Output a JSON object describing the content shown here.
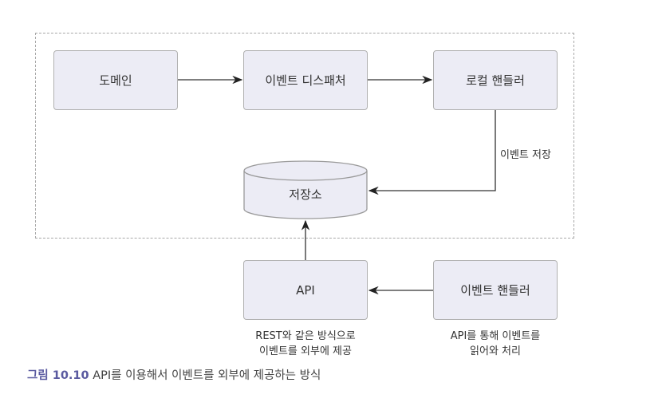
{
  "nodes": {
    "domain": "도메인",
    "dispatcher": "이벤트 디스패처",
    "local_handler": "로컬 핸들러",
    "store": "저장소",
    "api": "API",
    "event_handler": "이벤트 핸들러"
  },
  "edges": {
    "store_event_label": "이벤트 저장"
  },
  "notes": {
    "api_line1": "REST와 같은 방식으로",
    "api_line2": "이벤트를 외부에 제공",
    "handler_line1": "API를 통해 이벤트를",
    "handler_line2": "읽어와 처리"
  },
  "caption": {
    "number": "그림 10.10",
    "text": " API를 이용해서 이벤트를 외부에 제공하는 방식"
  },
  "colors": {
    "box_fill": "#ececf5",
    "caption_accent": "#5a5aa0"
  }
}
